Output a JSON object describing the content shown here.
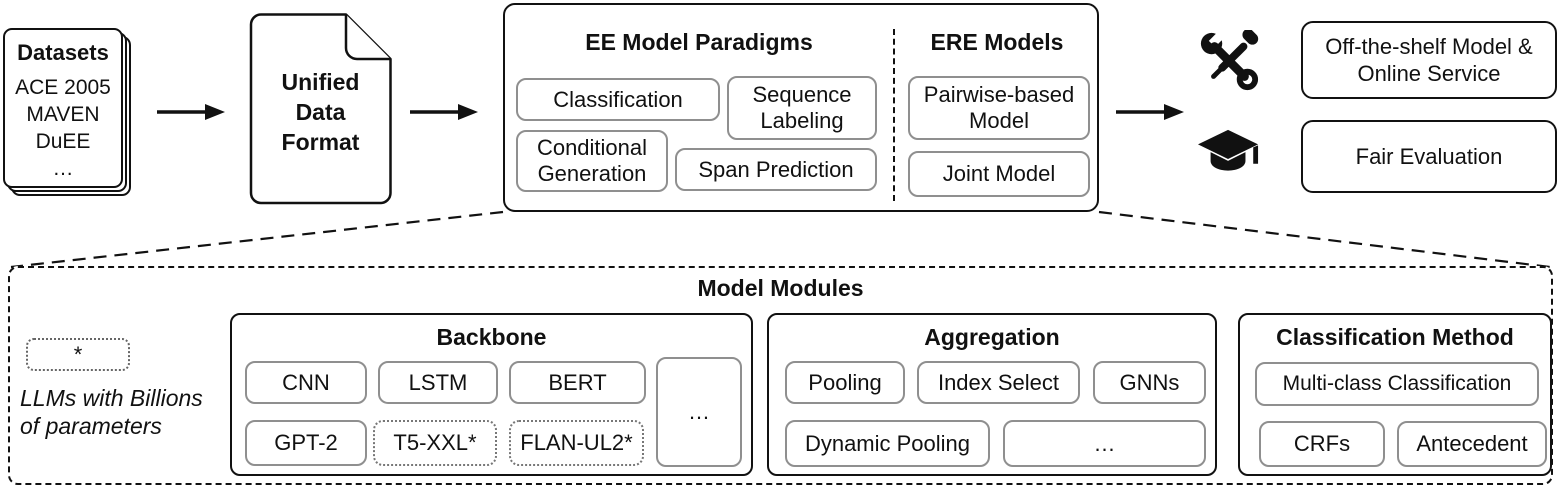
{
  "datasets": {
    "title": "Datasets",
    "items": [
      "ACE 2005",
      "MAVEN",
      "DuEE",
      "…"
    ]
  },
  "unified": {
    "lines": [
      "Unified",
      "Data",
      "Format"
    ]
  },
  "paradigms": {
    "title": "EE Model Paradigms",
    "pills": [
      "Classification",
      "Sequence Labeling",
      "Conditional Generation",
      "Span Prediction"
    ]
  },
  "ere": {
    "title": "ERE Models",
    "pills": [
      "Pairwise-based Model",
      "Joint Model"
    ]
  },
  "outputs": {
    "tools_icon": "crossed-wrench-and-screwdriver",
    "graduation_icon": "graduation-cap",
    "box1_lines": [
      "Off-the-shelf Model &",
      "Online Service"
    ],
    "box2_label": "Fair Evaluation"
  },
  "modules": {
    "title": "Model Modules",
    "legend_symbol": "*",
    "legend_note_lines": [
      "LLMs with Billions",
      "of parameters"
    ],
    "backbone": {
      "title": "Backbone",
      "pills": [
        "CNN",
        "LSTM",
        "BERT",
        "GPT-2",
        "T5-XXL*",
        "FLAN-UL2*"
      ],
      "more": "…"
    },
    "aggregation": {
      "title": "Aggregation",
      "pills": [
        "Pooling",
        "Index Select",
        "GNNs",
        "Dynamic Pooling"
      ],
      "more": "…"
    },
    "classification": {
      "title": "Classification Method",
      "pills": [
        "Multi-class Classification",
        "CRFs",
        "Antecedent"
      ]
    }
  },
  "colors": {
    "ink": "#111111",
    "pill_border": "#8f8f8f",
    "background": "#ffffff"
  }
}
